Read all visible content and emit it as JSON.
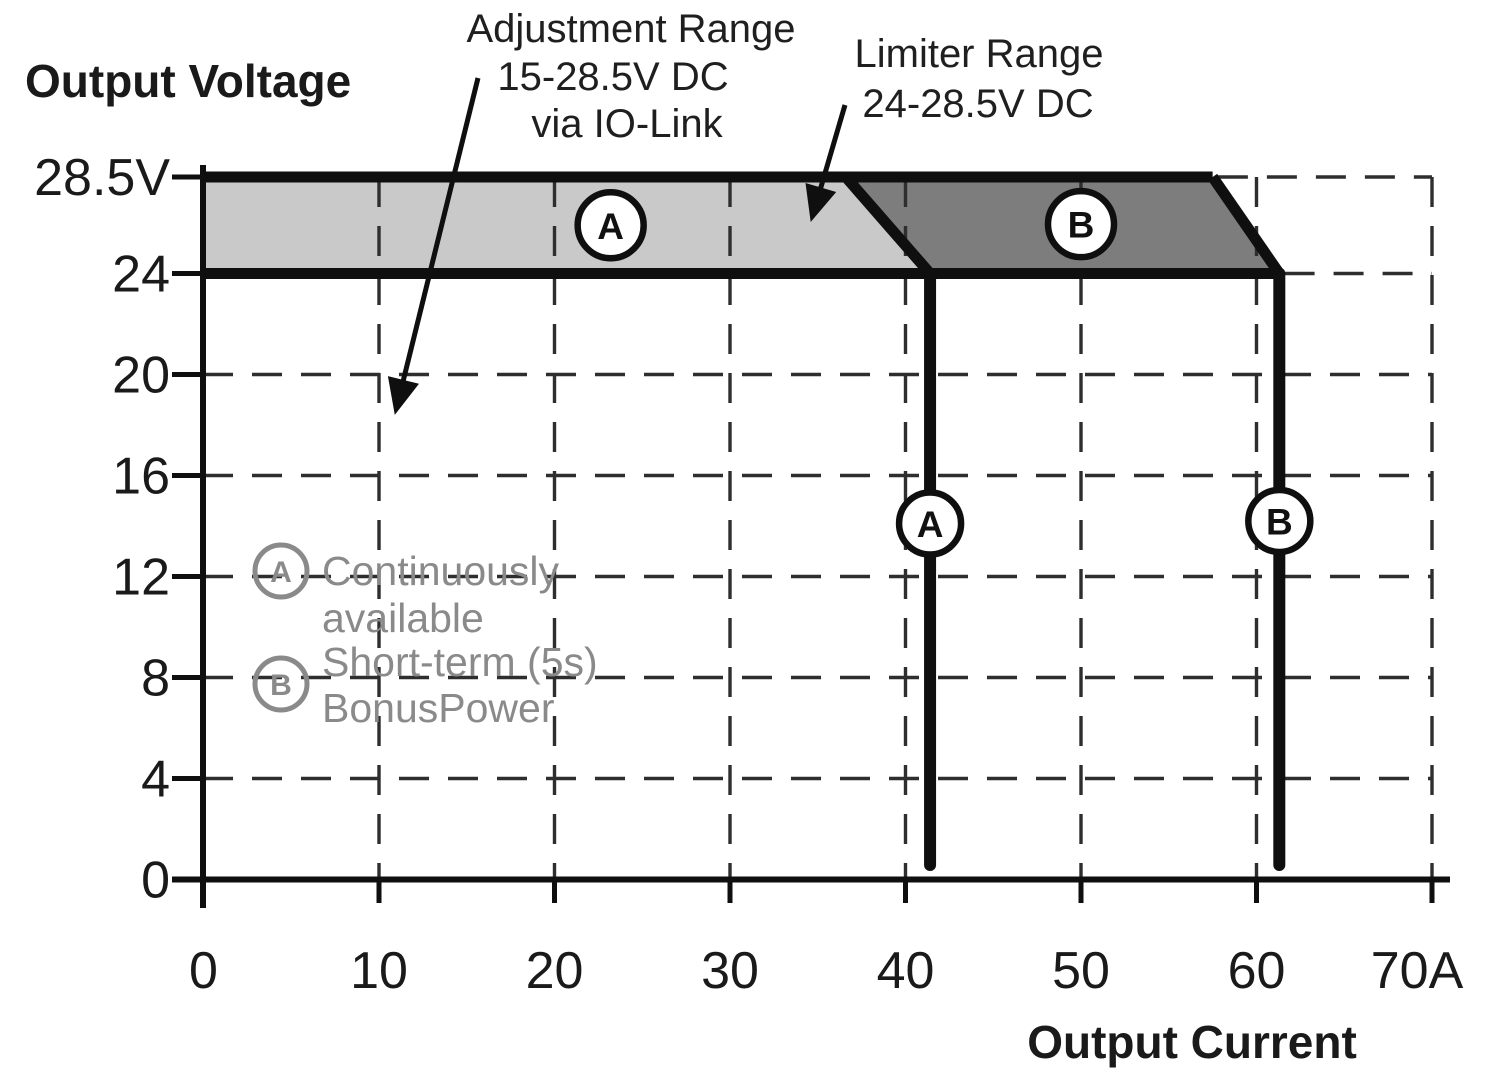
{
  "colors": {
    "line": "#0f0f0f",
    "grid": "#2e2e2e",
    "region_a_fill": "#c9c9c9",
    "region_b_fill": "#7d7d7d",
    "legend_gray": "#8a8a8a",
    "text": "#1a1a1a",
    "background": "#ffffff"
  },
  "chart_data": {
    "type": "area",
    "title": "",
    "xlabel": "Output Current",
    "ylabel": "Output Voltage",
    "xlim": [
      0,
      70
    ],
    "ylim": [
      0,
      28.5
    ],
    "grid": "dashed",
    "x_axis": {
      "unit": "A",
      "ticks": [
        {
          "v": 0,
          "label": "0"
        },
        {
          "v": 10,
          "label": "10"
        },
        {
          "v": 20,
          "label": "20"
        },
        {
          "v": 30,
          "label": "30"
        },
        {
          "v": 40,
          "label": "40"
        },
        {
          "v": 50,
          "label": "50"
        },
        {
          "v": 60,
          "label": "60"
        },
        {
          "v": 70,
          "label": "70A",
          "dx": -15
        }
      ]
    },
    "y_axis": {
      "unit": "V",
      "ticks": [
        {
          "v": 28.5,
          "label": "28.5V"
        },
        {
          "v": 24,
          "label": "24"
        },
        {
          "v": 20,
          "label": "20"
        },
        {
          "v": 16,
          "label": "16"
        },
        {
          "v": 12,
          "label": "12"
        },
        {
          "v": 8,
          "label": "8"
        },
        {
          "v": 4,
          "label": "4"
        },
        {
          "v": 0,
          "label": "0"
        }
      ]
    },
    "gridlines": {
      "x": [
        10,
        20,
        30,
        40,
        50,
        60,
        70
      ],
      "y": [
        4,
        8,
        12,
        16,
        20
      ]
    },
    "regions": [
      {
        "id": "A",
        "name": "Continuously available",
        "color": "#c9c9c9",
        "polygon": [
          [
            0,
            28.5
          ],
          [
            36.6,
            28.5
          ],
          [
            41.4,
            24
          ],
          [
            0,
            24
          ]
        ]
      },
      {
        "id": "B",
        "name": "Short-term (5s) BonusPower",
        "color": "#7d7d7d",
        "polygon": [
          [
            36.6,
            28.5
          ],
          [
            57.5,
            28.5
          ],
          [
            61.3,
            24
          ],
          [
            41.4,
            24
          ]
        ]
      }
    ],
    "envelope_lines": [
      {
        "from": [
          0,
          28.5
        ],
        "to": [
          57.5,
          28.5
        ]
      },
      {
        "from": [
          0,
          24
        ],
        "to": [
          61.3,
          24
        ]
      },
      {
        "from": [
          36.6,
          28.5
        ],
        "to": [
          41.4,
          24
        ]
      },
      {
        "from": [
          57.5,
          28.5
        ],
        "to": [
          61.3,
          24
        ]
      }
    ],
    "dashed_level_extensions": [
      {
        "v": 28.5,
        "from_amps": 57.8,
        "to_amps": 70
      },
      {
        "v": 24,
        "from_amps": 61.6,
        "to_amps": 70
      }
    ],
    "current_limit_lines": [
      {
        "id": "A",
        "amps": 41.4
      },
      {
        "id": "B",
        "amps": 61.3
      }
    ],
    "markers": [
      {
        "label": "A",
        "amps": 23.2,
        "volts": 26.25,
        "r": 33
      },
      {
        "label": "B",
        "amps": 50,
        "volts": 26.3,
        "r": 33
      },
      {
        "label": "A",
        "amps": 41.4,
        "volts": 14.1,
        "r": 31
      },
      {
        "label": "B",
        "amps": 61.3,
        "volts": 14.2,
        "r": 31
      }
    ],
    "annotations": {
      "adjustment_range": {
        "lines": [
          "Adjustment Range",
          "15-28.5V DC",
          "via IO-Link"
        ],
        "arrow_target": {
          "amps": 10.9,
          "volts": 18.4
        }
      },
      "limiter_range": {
        "lines": [
          "Limiter Range",
          "24-28.5V DC"
        ],
        "arrow_target": {
          "amps": 34.6,
          "volts": 26.4
        }
      }
    },
    "legend": {
      "items": [
        {
          "symbol": "A",
          "text": [
            "Continuously",
            "available"
          ]
        },
        {
          "symbol": "B",
          "text": [
            "Short-term (5s)",
            "BonusPower"
          ]
        }
      ]
    }
  }
}
